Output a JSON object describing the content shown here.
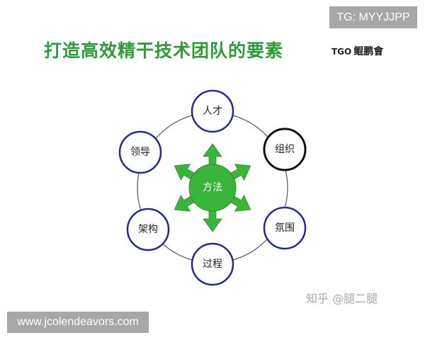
{
  "title": "打造高效精干技术团队的要素",
  "logo": {
    "tgo": "TGO",
    "name": "鲲鹏會"
  },
  "watermarks": {
    "tg": "TG: MYYJJPP",
    "site": "www.jcolendeavors.com",
    "zhihu": "知乎 @腿二腿"
  },
  "diagram": {
    "center": "方法",
    "nodes": [
      {
        "label": "人才",
        "highlight": false
      },
      {
        "label": "组织",
        "highlight": true
      },
      {
        "label": "氛围",
        "highlight": false
      },
      {
        "label": "过程",
        "highlight": false
      },
      {
        "label": "架构",
        "highlight": false
      },
      {
        "label": "领导",
        "highlight": false
      }
    ]
  },
  "colors": {
    "title": "#2f9a3a",
    "center_fill": "#3ab43a",
    "arrow_fill": "#3ab43a",
    "node_border": "#252a8a",
    "node_highlight_border": "#111111",
    "ring": "#555555"
  }
}
